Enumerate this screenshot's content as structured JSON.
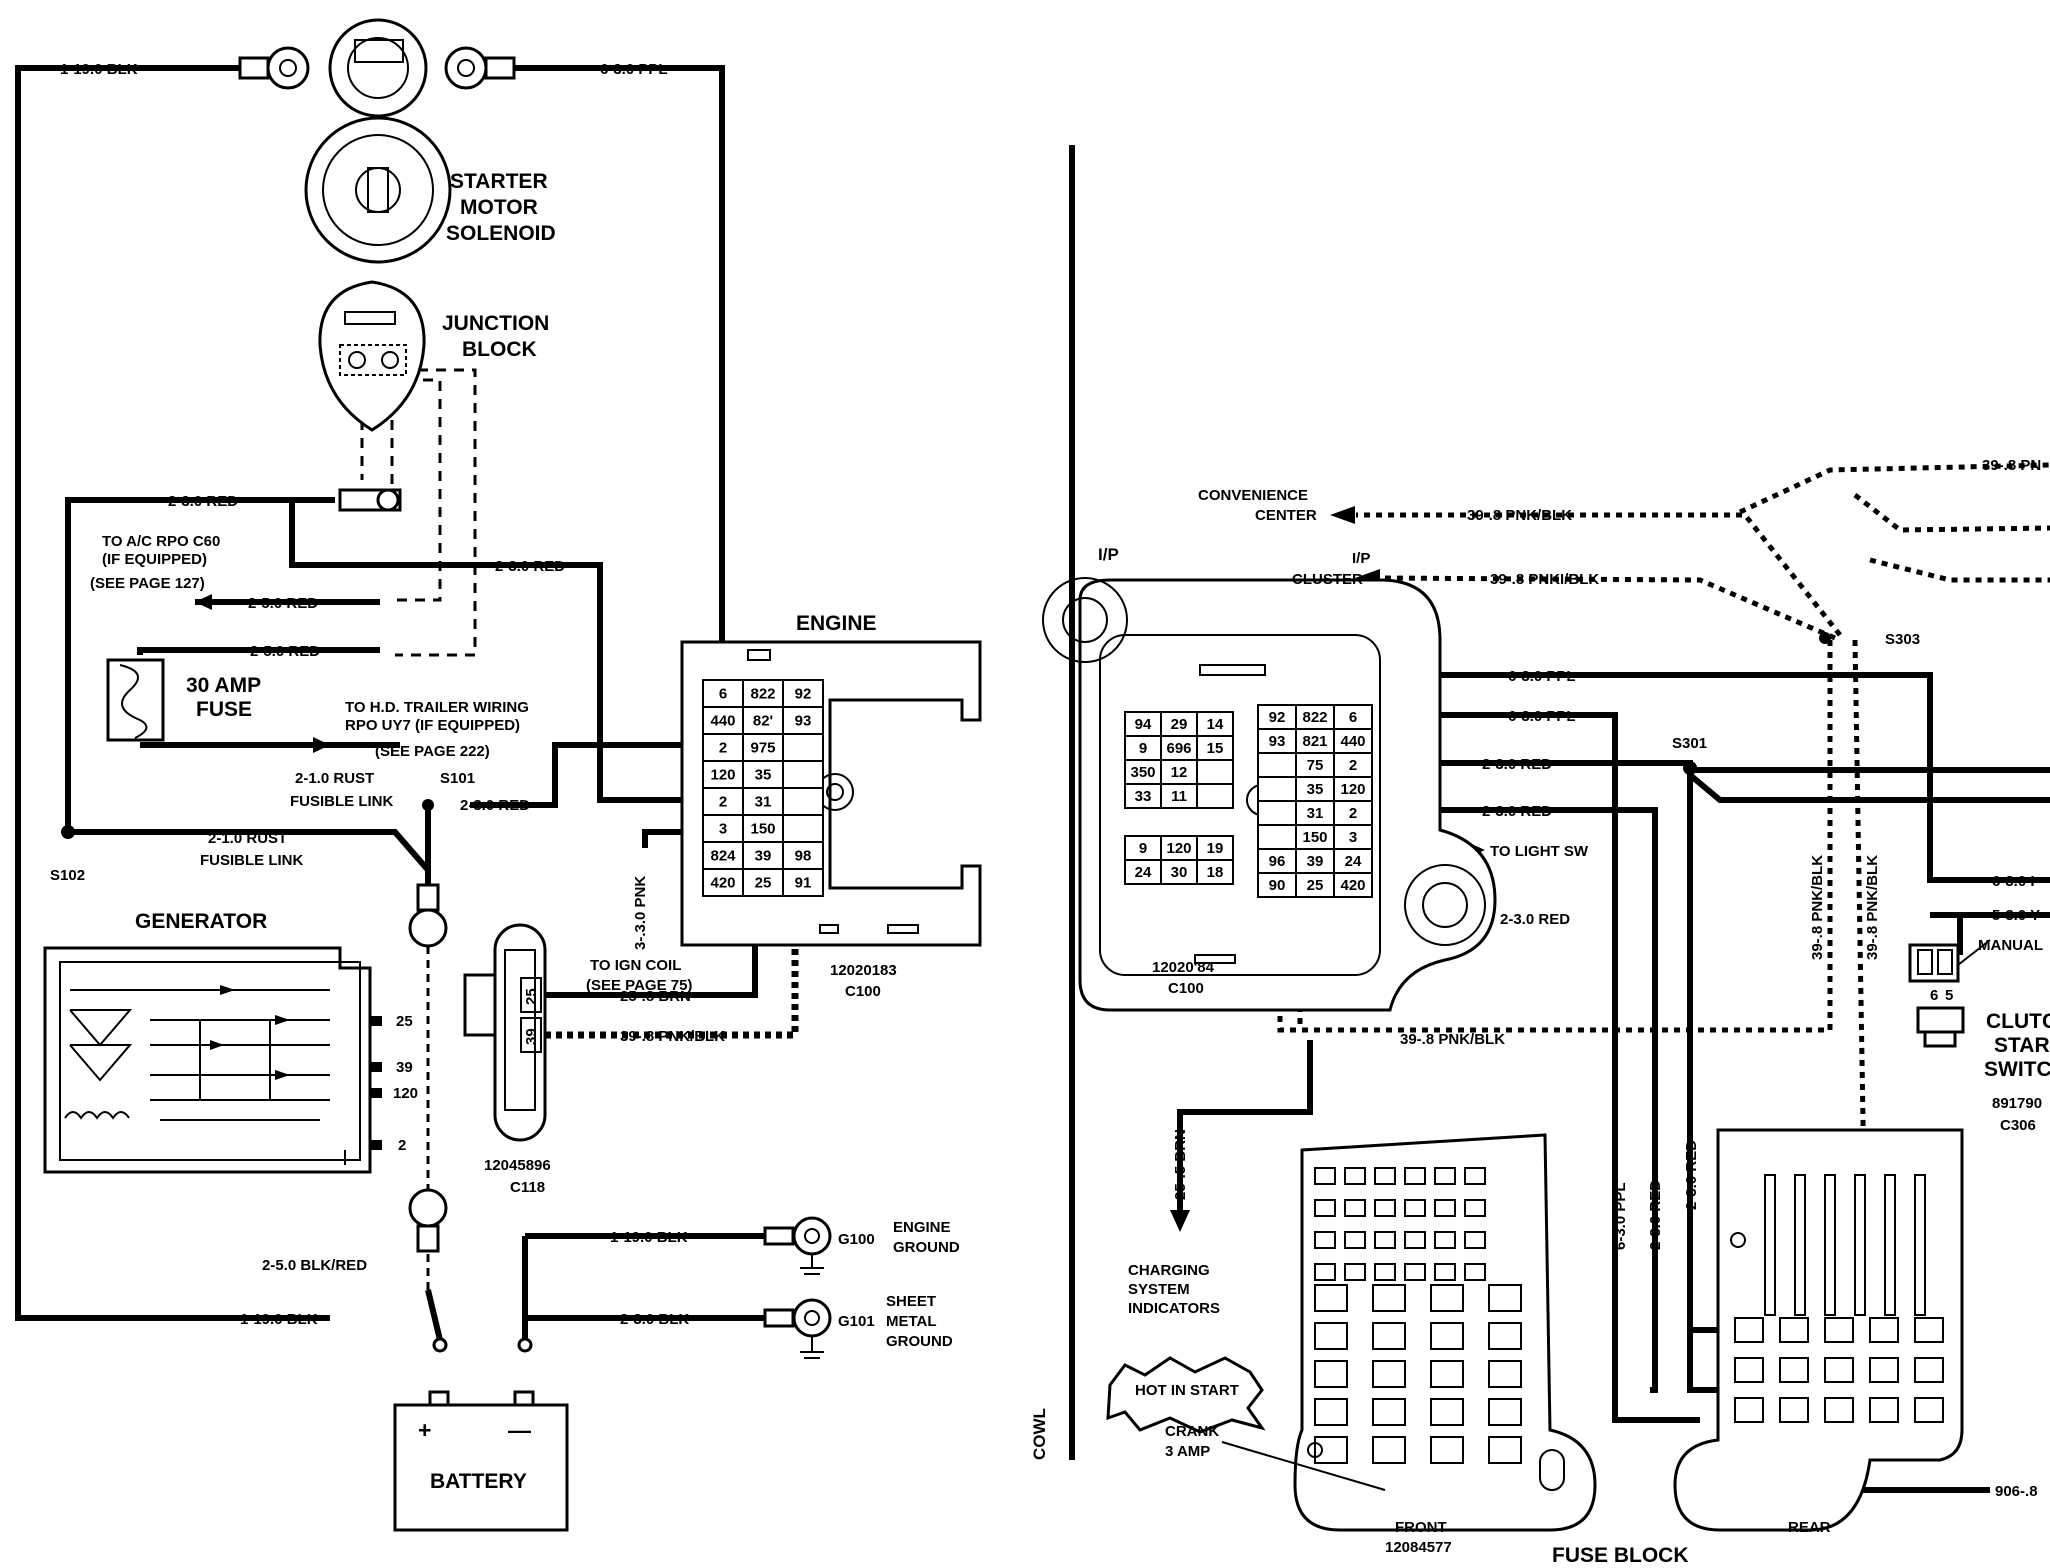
{
  "components": {
    "starter": [
      "STARTER",
      "MOTOR",
      "SOLENOID"
    ],
    "junction": [
      "JUNCTION",
      "BLOCK"
    ],
    "fuse30": [
      "30 AMP",
      "FUSE"
    ],
    "generator": "GENERATOR",
    "battery": "BATTERY",
    "battery_plus": "+",
    "battery_minus": "—",
    "engine_connector": {
      "title": "ENGINE",
      "part": "12020183",
      "conn": "C100",
      "cells": [
        [
          "6",
          "822",
          "92"
        ],
        [
          "440",
          "82'",
          "93"
        ],
        [
          "2",
          "975",
          ""
        ],
        [
          "120",
          "35",
          ""
        ],
        [
          "2",
          "31",
          ""
        ],
        [
          "3",
          "150",
          ""
        ],
        [
          "824",
          "39",
          "98"
        ],
        [
          "420",
          "25",
          "91"
        ]
      ]
    },
    "c118": {
      "part": "12045896",
      "conn": "C118",
      "pins": [
        "25",
        "39"
      ]
    },
    "ip_connector": {
      "part": "12020'84",
      "conn": "C100",
      "left_cells": [
        [
          "94",
          "29",
          "14"
        ],
        [
          "9",
          "696",
          "15"
        ],
        [
          "350",
          "12",
          ""
        ],
        [
          "33",
          "11",
          ""
        ]
      ],
      "left_cells2": [
        [
          "9",
          "120",
          "19"
        ],
        [
          "24",
          "30",
          "18"
        ]
      ],
      "right_cells": [
        [
          "92",
          "822",
          "6"
        ],
        [
          "93",
          "821",
          "440"
        ],
        [
          "",
          "75",
          "2"
        ],
        [
          "",
          "35",
          "120"
        ],
        [
          "",
          "31",
          "2"
        ],
        [
          "",
          "150",
          "3"
        ],
        [
          "96",
          "39",
          "24"
        ],
        [
          "90",
          "25",
          "420"
        ]
      ]
    },
    "fuse_block": {
      "title": "FUSE BLOCK",
      "front": "FRONT",
      "front_part": "12084577",
      "rear": "REAR"
    },
    "clutch": {
      "lines": [
        "CLUTC",
        "STAR",
        "SWITC"
      ],
      "part": "891790",
      "conn": "C306",
      "pins": [
        "6",
        "5"
      ]
    },
    "manual": "MANUAL",
    "hot_in_start": "HOT IN START",
    "crank": [
      "CRANK",
      "3 AMP"
    ]
  },
  "labels": {
    "w_1_19_blk_top": "1-19.0 BLK",
    "w_6_3_ppl_top": "6-3.0 PPL",
    "w_2_3_red_a": "2-3.0 RED",
    "w_2_3_red_b": "2-3.0 RED",
    "ac_note": [
      "TO A/C RPO C60",
      "(IF EQUIPPED)",
      "(SEE PAGE 127)"
    ],
    "w_2_5_red_a": "2-5.0 RED",
    "w_2_5_red_b": "2-5.0 RED",
    "trailer_note": [
      "TO H.D. TRAILER WIRING",
      "RPO UY7 (IF EQUIPPED)",
      "(SEE PAGE 222)"
    ],
    "fusible1": [
      "2-1.0 RUST",
      "FUSIBLE LINK"
    ],
    "s101": "S101",
    "w_2_3_red_s101": "2-3.0 RED",
    "fusible2": [
      "2-1.0 RUST",
      "FUSIBLE LINK"
    ],
    "s102": "S102",
    "w_3_pnk": "3-.3.0 PNK",
    "ign_note": [
      "TO IGN COIL",
      "(SEE PAGE 75)"
    ],
    "w_25_brn": "25-.8 BRN",
    "w_39_pnk_c118": "39-.8 PNK/BLK",
    "w_1_19_blk_g100": "1-19.0 BLK",
    "g100": "G100",
    "engine_ground": [
      "ENGINE",
      "GROUND"
    ],
    "w_2_3_blk": "2-3.0 BLK",
    "g101": "G101",
    "sheet_ground": [
      "SHEET",
      "METAL",
      "GROUND"
    ],
    "w_2_5_blk_red": "2-5.0 BLK/RED",
    "w_1_19_blk_bat": "1-19.0 BLK",
    "g_25": "25",
    "g_39": "39",
    "g_120": "120",
    "g_2": "2",
    "ip": "I/P",
    "cowl": "COWL",
    "convenience": [
      "CONVENIENCE",
      "CENTER"
    ],
    "w_39_conv": "39-.8 PNK/BLK",
    "ip_cluster": [
      "I/P",
      "CLUSTER"
    ],
    "w_39_cluster": "39-.8 PNKI/BLK",
    "w_39_top_right": "39-.8 PN",
    "s303": "S303",
    "w_6_3_ppl_r1": "6-3.0 PPL",
    "w_6_3_ppl_r2": "6-3.0 PPL",
    "s301": "S301",
    "w_2_3_red_r1": "2-3.0 RED",
    "w_2_3_red_r2": "2-3.0 RED",
    "to_light_sw": "TO LIGHT SW",
    "w_2_3_red_r3": "2-3.0 RED",
    "w_39_vert1": "39-.8 PNK/BLK",
    "w_39_vert2": "39-.8 PNK/BLK",
    "w_6_3_right": "6-3.0 I",
    "w_5_3_right": "5-3.0 Y",
    "w_39_bottom": "39-.8 PNK/BLK",
    "w_25_5_brn": "25-.5 BRN",
    "charging": [
      "CHARGING",
      "SYSTEM",
      "INDICATORS"
    ],
    "w_6_3_ppl_vert": "6-3.0 PPL",
    "w_2_3_red_vert1": "2-3.0 RED",
    "w_2_3_red_vert2": "2-3.0 RED",
    "w_906": "906-.8"
  }
}
